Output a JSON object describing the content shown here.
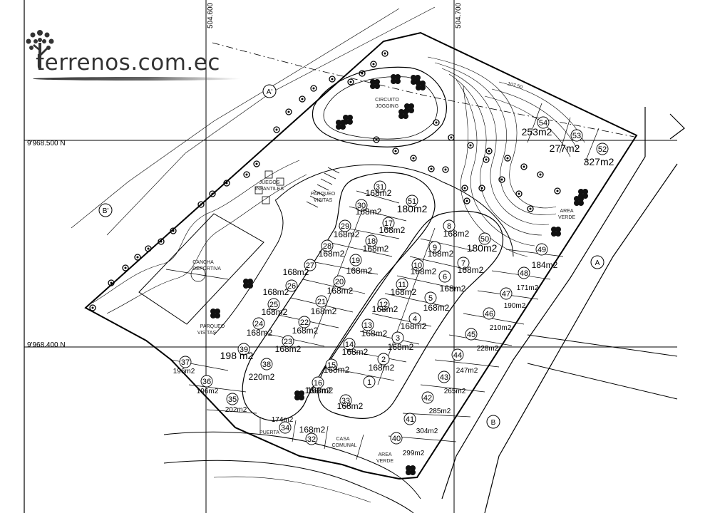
{
  "watermark": {
    "brand": "terrenos.com.ec",
    "icon": "tree-logo-icon"
  },
  "grid": {
    "easting_1": "504.600",
    "easting_2": "504.700",
    "northing_1": "9'968.500 N",
    "northing_2": "9'968.400 N"
  },
  "section_markers": [
    {
      "id": "A'"
    },
    {
      "id": "B'"
    },
    {
      "id": "A"
    },
    {
      "id": "B"
    }
  ],
  "areas": {
    "jogging": [
      "CIRCUITO",
      "JOGGING"
    ],
    "playground": [
      "JUEGOS",
      "INFANTILES"
    ],
    "visitor_parking_top": [
      "PARQUEO",
      "VISITAS"
    ],
    "sports_court": [
      "CANCHA",
      "DEPORTIVA"
    ],
    "visitor_parking_left": [
      "PARQUEO",
      "VISITAS"
    ],
    "green_area_right": [
      "AREA",
      "VERDE"
    ],
    "green_area_bottom": [
      "AREA",
      "VERDE"
    ],
    "community_house": [
      "CASA",
      "COMUNAL"
    ],
    "gate": "PUERTA",
    "contour_label": "107.50"
  },
  "lots": [
    {
      "n": "1",
      "area": "168m2"
    },
    {
      "n": "2",
      "area": "168m2"
    },
    {
      "n": "3",
      "area": "168m2"
    },
    {
      "n": "4",
      "area": "168m2"
    },
    {
      "n": "5",
      "area": "168m2"
    },
    {
      "n": "6",
      "area": "168m2"
    },
    {
      "n": "7",
      "area": "168m2"
    },
    {
      "n": "8",
      "area": "168m2"
    },
    {
      "n": "9",
      "area": "168m2"
    },
    {
      "n": "10",
      "area": "168m2"
    },
    {
      "n": "11",
      "area": "168m2"
    },
    {
      "n": "12",
      "area": "168m2"
    },
    {
      "n": "13",
      "area": "168m2"
    },
    {
      "n": "14",
      "area": "168m2"
    },
    {
      "n": "15",
      "area": "168m2"
    },
    {
      "n": "16",
      "area": "168m2"
    },
    {
      "n": "17",
      "area": "168m2"
    },
    {
      "n": "18",
      "area": "168m2"
    },
    {
      "n": "19",
      "area": "168m2"
    },
    {
      "n": "20",
      "area": "168m2"
    },
    {
      "n": "21",
      "area": "168m2"
    },
    {
      "n": "22",
      "area": "168m2"
    },
    {
      "n": "23",
      "area": "168m2"
    },
    {
      "n": "24",
      "area": "168m2"
    },
    {
      "n": "25",
      "area": "168m2"
    },
    {
      "n": "26",
      "area": "168m2"
    },
    {
      "n": "27",
      "area": "168m2"
    },
    {
      "n": "28",
      "area": "168m2"
    },
    {
      "n": "29",
      "area": "168m2"
    },
    {
      "n": "30",
      "area": "168m2"
    },
    {
      "n": "31",
      "area": "168m2"
    },
    {
      "n": "32",
      "area": "168m2"
    },
    {
      "n": "33",
      "area": "168m2"
    },
    {
      "n": "34",
      "area": "174m2"
    },
    {
      "n": "35",
      "area": "202m2"
    },
    {
      "n": "36",
      "area": "196m2"
    },
    {
      "n": "37",
      "area": "196m2"
    },
    {
      "n": "38",
      "area": "220m2"
    },
    {
      "n": "39",
      "area": "198 m2"
    },
    {
      "n": "40",
      "area": "299m2"
    },
    {
      "n": "41",
      "area": "304m2"
    },
    {
      "n": "42",
      "area": "285m2"
    },
    {
      "n": "43",
      "area": "265m2"
    },
    {
      "n": "44",
      "area": "247m2"
    },
    {
      "n": "45",
      "area": "228m2"
    },
    {
      "n": "46",
      "area": "210m2"
    },
    {
      "n": "47",
      "area": "190m2"
    },
    {
      "n": "48",
      "area": "171m2"
    },
    {
      "n": "49",
      "area": "184m2"
    },
    {
      "n": "50",
      "area": "180m2"
    },
    {
      "n": "51",
      "area": "180m2"
    },
    {
      "n": "52",
      "area": "327m2"
    },
    {
      "n": "53",
      "area": "277m2"
    },
    {
      "n": "54",
      "area": "253m2"
    }
  ]
}
